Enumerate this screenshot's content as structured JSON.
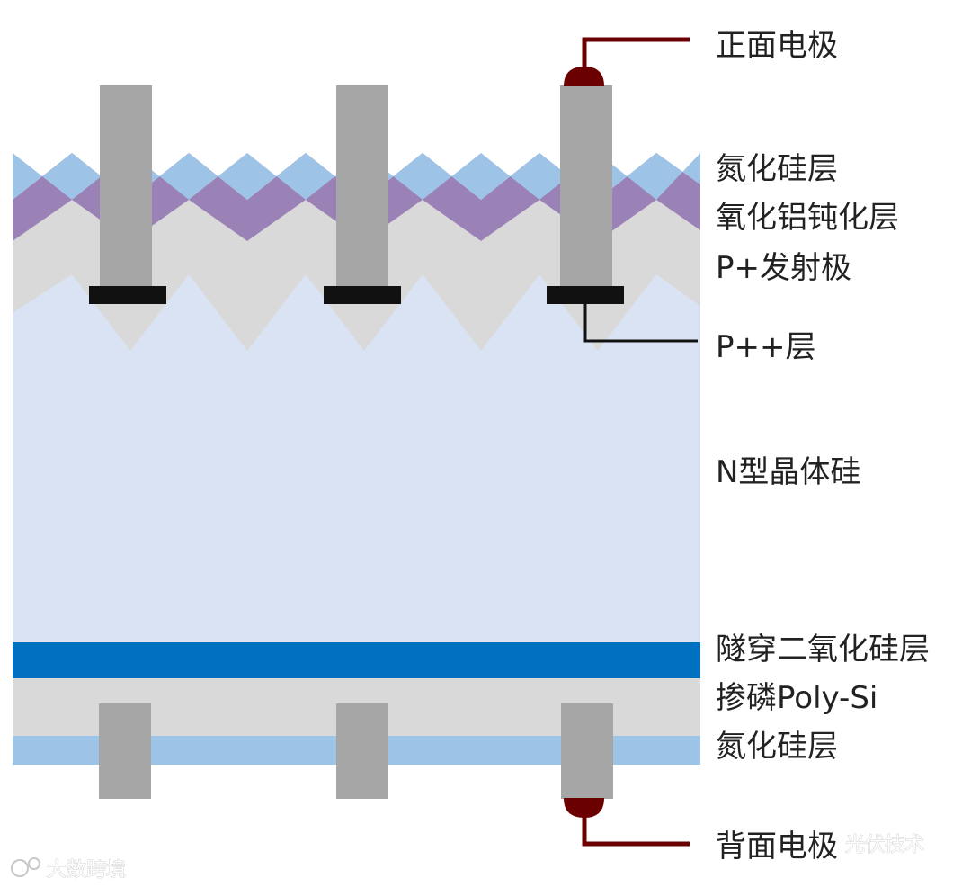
{
  "labels": {
    "front_electrode": "正面电极",
    "silicon_nitride_top": "氮化硅层",
    "alumina_passivation": "氧化铝钝化层",
    "p_emitter": "P+发射极",
    "p_plus_plus": "P++层",
    "n_silicon": "N型晶体硅",
    "tunnel_oxide": "隧穿二氧化硅层",
    "doped_poly": "掺磷Poly-Si",
    "silicon_nitride_bottom": "氮化硅层",
    "back_electrode": "背面电极"
  },
  "watermarks": {
    "left": "大数跨境",
    "right": "光伏技术"
  },
  "colors": {
    "silicon_nitride": "#9dc3e6",
    "alumina": "#9b82b6",
    "p_emitter": "#d9d9d9",
    "n_silicon": "#dae3f3",
    "tunnel_oxide": "#0070c0",
    "poly_si": "#d9d9d9",
    "electrode": "#a6a6a6",
    "contact": "#111111",
    "solder_cap": "#6b0000"
  }
}
